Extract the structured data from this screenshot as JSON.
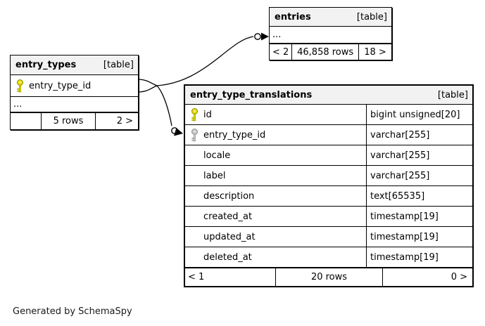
{
  "diagram": {
    "generated_by": "Generated by SchemaSpy"
  },
  "icons": {
    "primary_key": "key-icon",
    "foreign_key": "key-icon"
  },
  "colors": {
    "primary_key": "#e8e000",
    "primary_key_outline": "#8a8a00",
    "foreign_key": "#c0c0c0",
    "foreign_key_outline": "#8f8f8f",
    "header_bg": "#f2f2f2",
    "border": "#000000",
    "background": "#ffffff"
  },
  "tables": {
    "entries": {
      "name": "entries",
      "tag": "[table]",
      "ellipsis": "...",
      "footer": {
        "left": "< 2",
        "center": "46,858 rows",
        "right": "18 >"
      }
    },
    "entry_types": {
      "name": "entry_types",
      "tag": "[table]",
      "columns": [
        {
          "name": "entry_type_id",
          "key": "primary"
        }
      ],
      "ellipsis": "...",
      "footer": {
        "left": "",
        "center": "5 rows",
        "right": "2 >"
      }
    },
    "entry_type_translations": {
      "name": "entry_type_translations",
      "tag": "[table]",
      "columns": [
        {
          "name": "id",
          "type": "bigint unsigned[20]",
          "key": "primary"
        },
        {
          "name": "entry_type_id",
          "type": "varchar[255]",
          "key": "foreign"
        },
        {
          "name": "locale",
          "type": "varchar[255]",
          "key": ""
        },
        {
          "name": "label",
          "type": "varchar[255]",
          "key": ""
        },
        {
          "name": "description",
          "type": "text[65535]",
          "key": ""
        },
        {
          "name": "created_at",
          "type": "timestamp[19]",
          "key": ""
        },
        {
          "name": "updated_at",
          "type": "timestamp[19]",
          "key": ""
        },
        {
          "name": "deleted_at",
          "type": "timestamp[19]",
          "key": ""
        }
      ],
      "footer": {
        "left": "< 1",
        "center": "20 rows",
        "right": "0 >"
      }
    }
  }
}
